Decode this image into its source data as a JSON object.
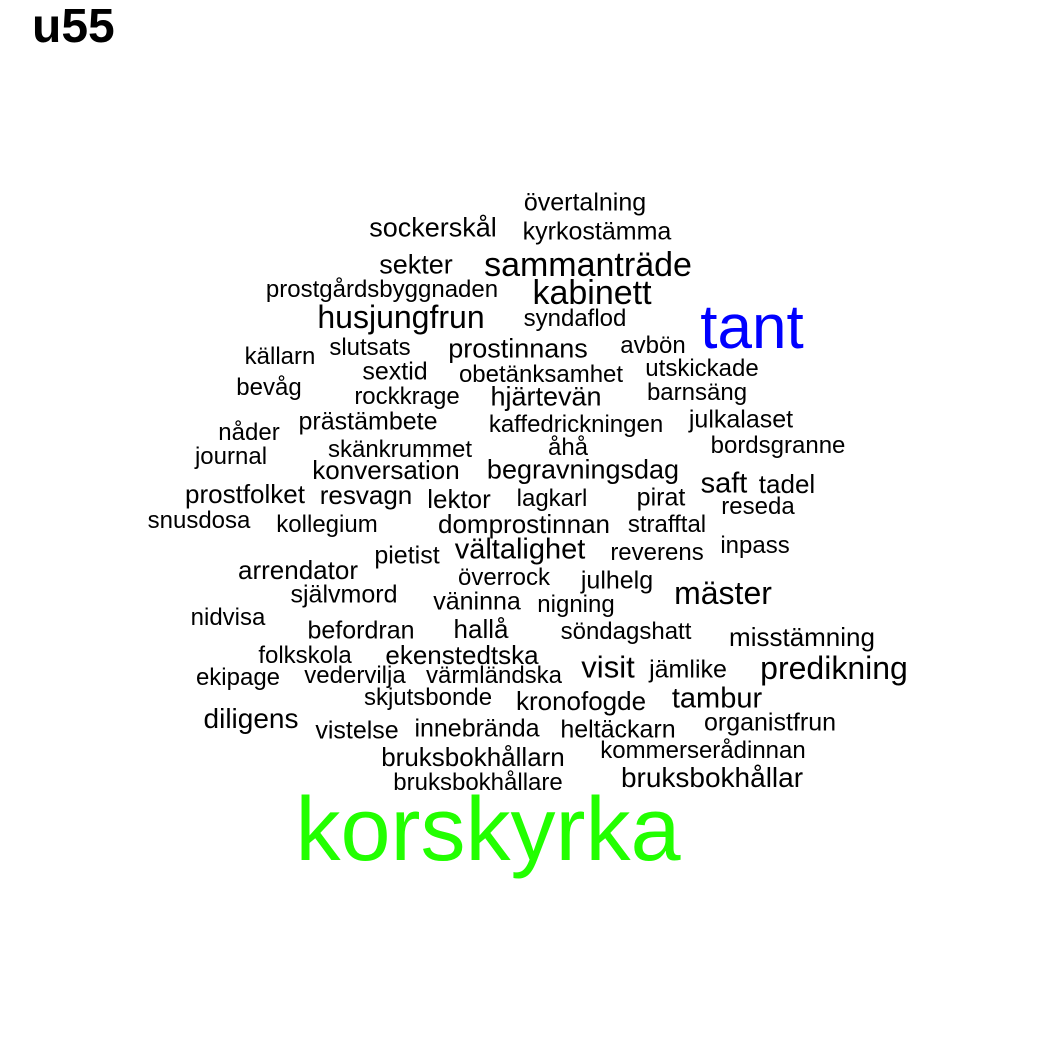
{
  "title": "u55",
  "colors": {
    "default": "#000000",
    "tant": "#0000ff",
    "korskyrka": "#22ff00"
  },
  "words": [
    {
      "text": "korskyrka",
      "color": "#22ff00"
    },
    {
      "text": "tant",
      "color": "#0000ff"
    },
    {
      "text": "övertalning"
    },
    {
      "text": "sockerskål"
    },
    {
      "text": "kyrkostämma"
    },
    {
      "text": "sekter"
    },
    {
      "text": "sammanträde"
    },
    {
      "text": "prostgårdsbyggnaden"
    },
    {
      "text": "kabinett"
    },
    {
      "text": "husjungfrun"
    },
    {
      "text": "syndaflod"
    },
    {
      "text": "källarn"
    },
    {
      "text": "slutsats"
    },
    {
      "text": "prostinnans"
    },
    {
      "text": "avbön"
    },
    {
      "text": "sextid"
    },
    {
      "text": "obetänksamhet"
    },
    {
      "text": "utskickade"
    },
    {
      "text": "bevåg"
    },
    {
      "text": "rockkrage"
    },
    {
      "text": "hjärtevän"
    },
    {
      "text": "barnsäng"
    },
    {
      "text": "prästämbete"
    },
    {
      "text": "kaffedrickningen"
    },
    {
      "text": "julkalaset"
    },
    {
      "text": "nåder"
    },
    {
      "text": "skänkrummet"
    },
    {
      "text": "åhå"
    },
    {
      "text": "bordsgranne"
    },
    {
      "text": "journal"
    },
    {
      "text": "konversation"
    },
    {
      "text": "begravningsdag"
    },
    {
      "text": "saft"
    },
    {
      "text": "tadel"
    },
    {
      "text": "prostfolket"
    },
    {
      "text": "resvagn"
    },
    {
      "text": "lektor"
    },
    {
      "text": "lagkarl"
    },
    {
      "text": "pirat"
    },
    {
      "text": "reseda"
    },
    {
      "text": "snusdosa"
    },
    {
      "text": "kollegium"
    },
    {
      "text": "domprostinnan"
    },
    {
      "text": "strafftal"
    },
    {
      "text": "vältalighet"
    },
    {
      "text": "pietist"
    },
    {
      "text": "reverens"
    },
    {
      "text": "inpass"
    },
    {
      "text": "arrendator"
    },
    {
      "text": "överrock"
    },
    {
      "text": "julhelg"
    },
    {
      "text": "mäster"
    },
    {
      "text": "självmord"
    },
    {
      "text": "väninna"
    },
    {
      "text": "nigning"
    },
    {
      "text": "nidvisa"
    },
    {
      "text": "befordran"
    },
    {
      "text": "hallå"
    },
    {
      "text": "söndagshatt"
    },
    {
      "text": "misstämning"
    },
    {
      "text": "folkskola"
    },
    {
      "text": "ekenstedtska"
    },
    {
      "text": "visit"
    },
    {
      "text": "jämlike"
    },
    {
      "text": "predikning"
    },
    {
      "text": "ekipage"
    },
    {
      "text": "vedervilja"
    },
    {
      "text": "värmländska"
    },
    {
      "text": "skjutsbonde"
    },
    {
      "text": "kronofogde"
    },
    {
      "text": "tambur"
    },
    {
      "text": "diligens"
    },
    {
      "text": "vistelse"
    },
    {
      "text": "innebrända"
    },
    {
      "text": "heltäckarn"
    },
    {
      "text": "organistfrun"
    },
    {
      "text": "bruksbokhållarn"
    },
    {
      "text": "kommerserådinnan"
    },
    {
      "text": "bruksbokhållar"
    },
    {
      "text": "bruksbokhållare"
    }
  ]
}
